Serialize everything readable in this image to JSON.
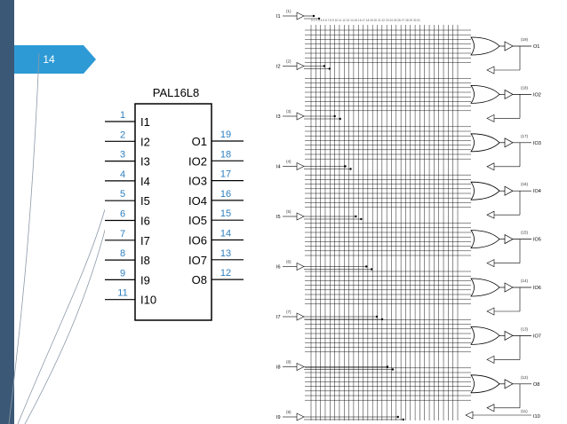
{
  "slide": {
    "page_number": "14",
    "accent_color": "#2e9ad5",
    "sidebar_color": "#3b5876"
  },
  "chip": {
    "title": "PAL16L8",
    "left_pins": [
      {
        "num": "1",
        "label": "I1"
      },
      {
        "num": "2",
        "label": "I2"
      },
      {
        "num": "3",
        "label": "I3"
      },
      {
        "num": "4",
        "label": "I4"
      },
      {
        "num": "5",
        "label": "I5"
      },
      {
        "num": "6",
        "label": "I6"
      },
      {
        "num": "7",
        "label": "I7"
      },
      {
        "num": "8",
        "label": "I8"
      },
      {
        "num": "9",
        "label": "I9"
      },
      {
        "num": "11",
        "label": "I10"
      }
    ],
    "right_pins": [
      {
        "num": "19",
        "label": "O1"
      },
      {
        "num": "18",
        "label": "IO2"
      },
      {
        "num": "17",
        "label": "IO3"
      },
      {
        "num": "16",
        "label": "IO4"
      },
      {
        "num": "15",
        "label": "IO5"
      },
      {
        "num": "14",
        "label": "IO6"
      },
      {
        "num": "13",
        "label": "IO7"
      },
      {
        "num": "12",
        "label": "O8"
      }
    ]
  },
  "logic_diagram": {
    "inputs": [
      {
        "label": "I1",
        "pin": "(1)"
      },
      {
        "label": "I2",
        "pin": "(2)"
      },
      {
        "label": "I3",
        "pin": "(3)"
      },
      {
        "label": "I4",
        "pin": "(4)"
      },
      {
        "label": "I5",
        "pin": "(5)"
      },
      {
        "label": "I6",
        "pin": "(6)"
      },
      {
        "label": "I7",
        "pin": "(7)"
      },
      {
        "label": "I8",
        "pin": "(8)"
      },
      {
        "label": "I9",
        "pin": "(9)"
      }
    ],
    "outputs": [
      {
        "label": "O1",
        "pin": "(19)"
      },
      {
        "label": "IO2",
        "pin": "(18)"
      },
      {
        "label": "IO3",
        "pin": "(17)"
      },
      {
        "label": "IO4",
        "pin": "(16)"
      },
      {
        "label": "IO5",
        "pin": "(15)"
      },
      {
        "label": "IO6",
        "pin": "(14)"
      },
      {
        "label": "IO7",
        "pin": "(13)"
      },
      {
        "label": "O8",
        "pin": "(12)"
      },
      {
        "label": "I10",
        "pin": "(11)"
      }
    ],
    "column_numbers": "0 1 2 3  4 5 6 7  8 9 10 11  12 13 14 15  16 17 18 19  20 21 22 23  24 25 26 27  28 29 30 31"
  }
}
